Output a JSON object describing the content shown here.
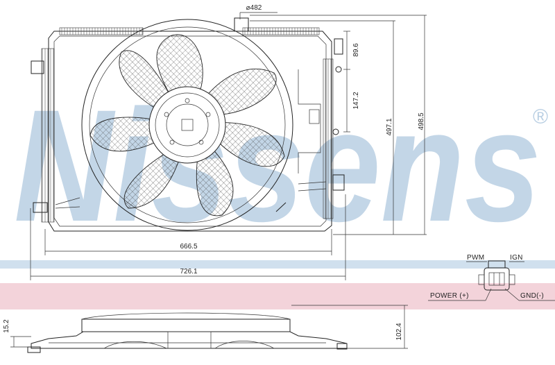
{
  "watermark": {
    "brand": "Nissens",
    "registered": "®",
    "color": "#b9cfe3"
  },
  "accents": {
    "blue_band": "#a9c6e0",
    "pink_band": "#f3d3da",
    "line": "#222222"
  },
  "dimensions": {
    "fan_diameter": "⌀482",
    "mount_offset": "89.6",
    "mount_spacing": "147.2",
    "inner_height": "497.1",
    "overall_height": "498.5",
    "inner_width": "666.5",
    "overall_width": "726.1",
    "side_depth": "15.2",
    "overall_depth": "102.4"
  },
  "connector": {
    "pwm": "PWM",
    "ign": "IGN",
    "power": "POWER (+)",
    "gnd": "GND(-)"
  }
}
